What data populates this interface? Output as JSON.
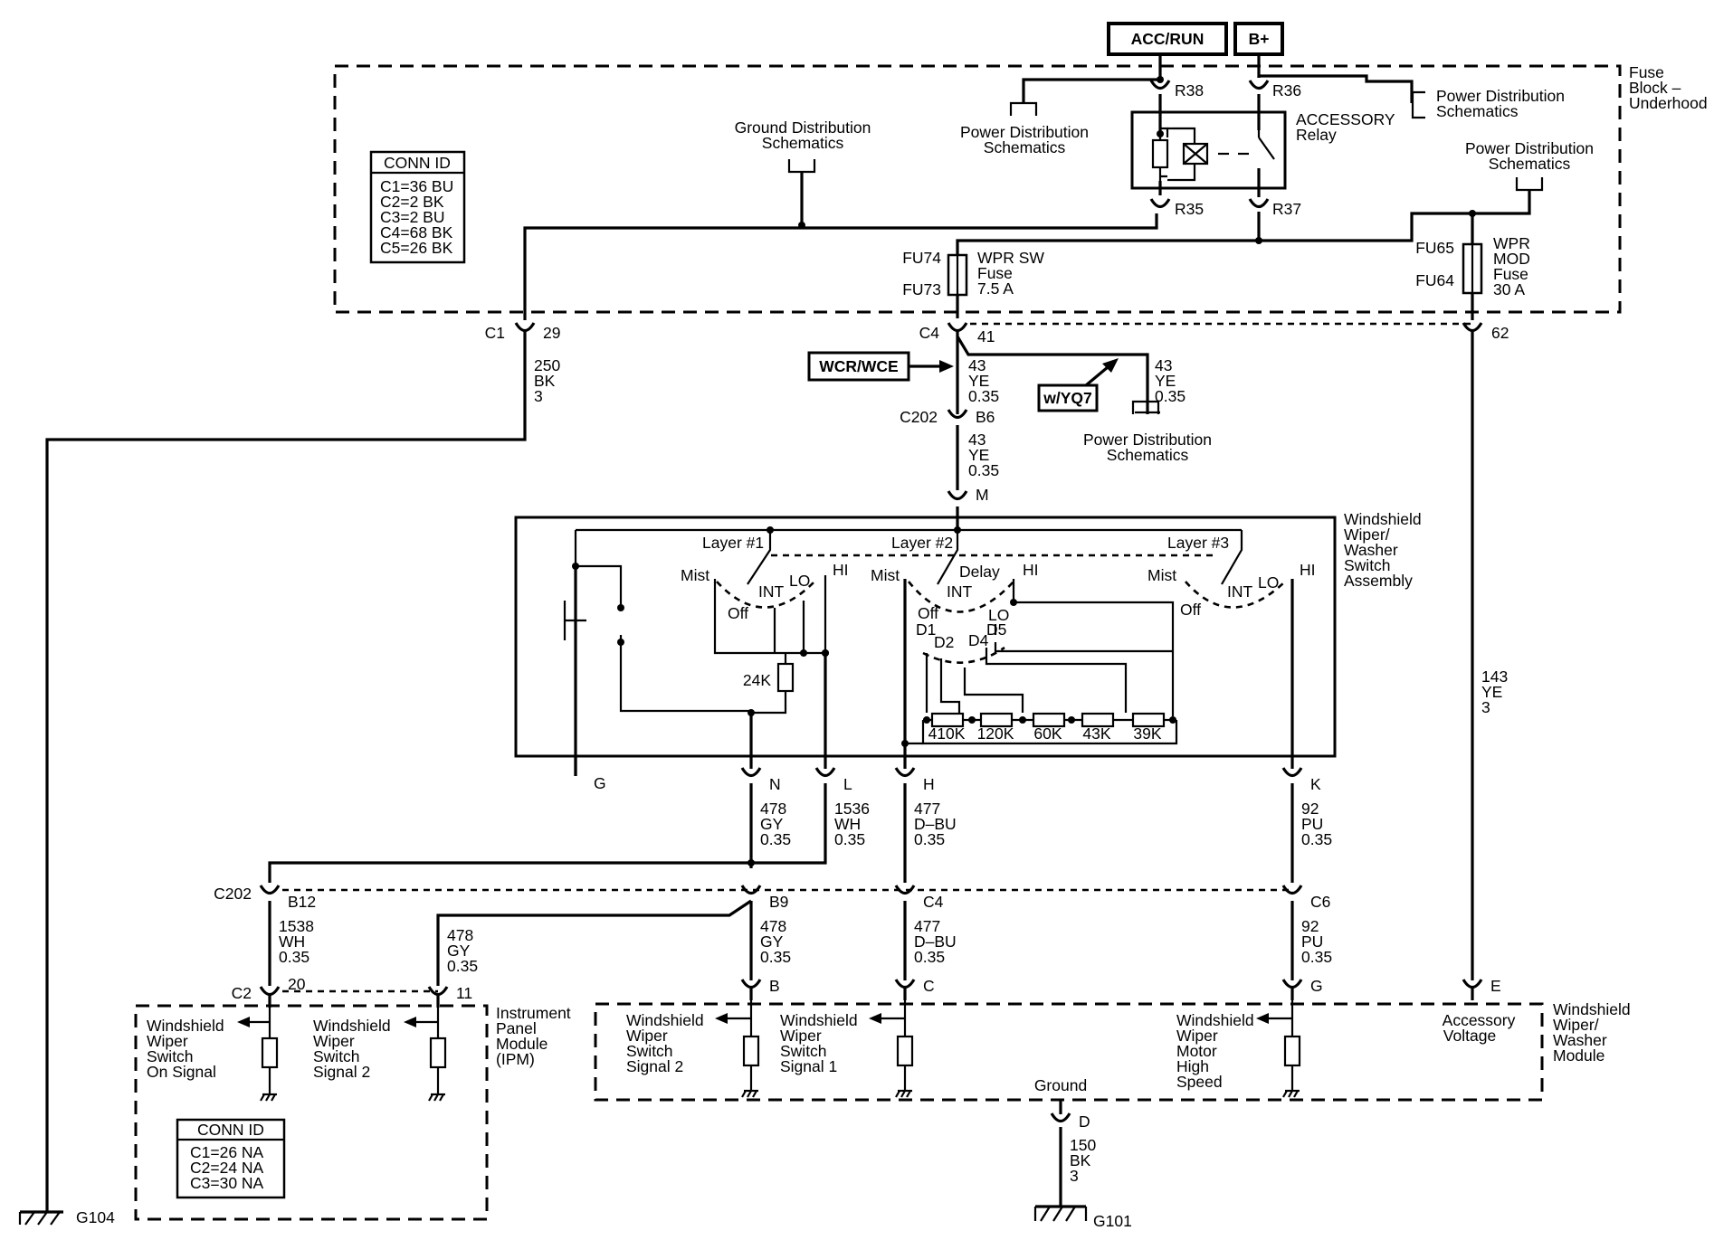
{
  "sources": {
    "acc_run": "ACC/RUN",
    "bplus": "B+"
  },
  "fuse_block": {
    "title_1": "Fuse",
    "title_2": "Block –",
    "title_3": "Underhood",
    "conn_id": {
      "header": "CONN ID",
      "lines": [
        "C1=36 BU",
        "C2=2 BK",
        "C3=2 BU",
        "C4=68 BK",
        "C5=26 BK"
      ]
    },
    "ground_dist_1": "Ground Distribution",
    "ground_dist_2": "Schematics",
    "power_dist_1": "Power Distribution",
    "power_dist_2": "Schematics",
    "relay_1": "ACCESSORY",
    "relay_2": "Relay",
    "r38": "R38",
    "r36": "R36",
    "r35": "R35",
    "r37": "R37",
    "fu74": "FU74",
    "fu73": "FU73",
    "fu65": "FU65",
    "fu64": "FU64",
    "wpr_sw_1": "WPR SW",
    "wpr_sw_2": "Fuse",
    "wpr_sw_3": "7.5 A",
    "wpr_mod_1": "WPR",
    "wpr_mod_2": "MOD",
    "wpr_mod_3": "Fuse",
    "wpr_mod_4": "30 A"
  },
  "connectors": {
    "c1": "C1",
    "c1_pin": "29",
    "c4": "C4",
    "c4_pin": "41",
    "pin62": "62",
    "c202": "C202",
    "b6": "B6",
    "m": "M",
    "g": "G",
    "n": "N",
    "l": "L",
    "h": "H",
    "k": "K",
    "c202b": "C202",
    "b12": "B12",
    "b9": "B9",
    "c4b": "C4",
    "c6": "C6",
    "c2": "C2",
    "pin20": "20",
    "pin11": "11",
    "b": "B",
    "c": "C",
    "g2": "G",
    "e": "E",
    "d": "D"
  },
  "wires": {
    "w250": [
      "250",
      "BK",
      "3"
    ],
    "w143": [
      "143",
      "YE",
      "3"
    ],
    "w43a": [
      "43",
      "YE",
      "0.35"
    ],
    "w43b": [
      "43",
      "YE",
      "0.35"
    ],
    "w43c": [
      "43",
      "YE",
      "0.35"
    ],
    "w478a": [
      "478",
      "GY",
      "0.35"
    ],
    "w1536": [
      "1536",
      "WH",
      "0.35"
    ],
    "w477a": [
      "477",
      "D–BU",
      "0.35"
    ],
    "w92a": [
      "92",
      "PU",
      "0.35"
    ],
    "w1538": [
      "1538",
      "WH",
      "0.35"
    ],
    "w478b": [
      "478",
      "GY",
      "0.35"
    ],
    "w478c": [
      "478",
      "GY",
      "0.35"
    ],
    "w477b": [
      "477",
      "D–BU",
      "0.35"
    ],
    "w92b": [
      "92",
      "PU",
      "0.35"
    ],
    "w150": [
      "150",
      "BK",
      "3"
    ]
  },
  "options": {
    "wcr": "WCR/WCE",
    "yq7": "w/YQ7"
  },
  "switch": {
    "title": [
      "Windshield",
      "Wiper/",
      "Washer",
      "Switch",
      "Assembly"
    ],
    "layer1": "Layer #1",
    "layer2": "Layer #2",
    "layer3": "Layer #3",
    "mist": "Mist",
    "off": "Off",
    "int": "INT",
    "lo": "LO",
    "hi": "HI",
    "delay": "Delay",
    "d1": "D1",
    "d2": "D2",
    "d4": "D4",
    "d5": "D5",
    "r24k": "24K",
    "r410k": "410K",
    "r120k": "120K",
    "r60k": "60K",
    "r43k": "43K",
    "r39k": "39K"
  },
  "ipm": {
    "title": [
      "Instrument",
      "Panel",
      "Module",
      "(IPM)"
    ],
    "sig_on": [
      "Windshield",
      "Wiper",
      "Switch",
      "On Signal"
    ],
    "sig_2": [
      "Windshield",
      "Wiper",
      "Switch",
      "Signal 2"
    ],
    "conn_id": {
      "header": "CONN ID",
      "lines": [
        "C1=26 NA",
        "C2=24 NA",
        "C3=30 NA"
      ]
    }
  },
  "module": {
    "title": [
      "Windshield",
      "Wiper/",
      "Washer",
      "Module"
    ],
    "sig2": [
      "Windshield",
      "Wiper",
      "Switch",
      "Signal 2"
    ],
    "sig1": [
      "Windshield",
      "Wiper",
      "Switch",
      "Signal 1"
    ],
    "high": [
      "Windshield",
      "Wiper",
      "Motor",
      "High",
      "Speed"
    ],
    "acc": [
      "Accessory",
      "Voltage"
    ],
    "ground": "Ground"
  },
  "grounds": {
    "g104": "G104",
    "g101": "G101"
  }
}
